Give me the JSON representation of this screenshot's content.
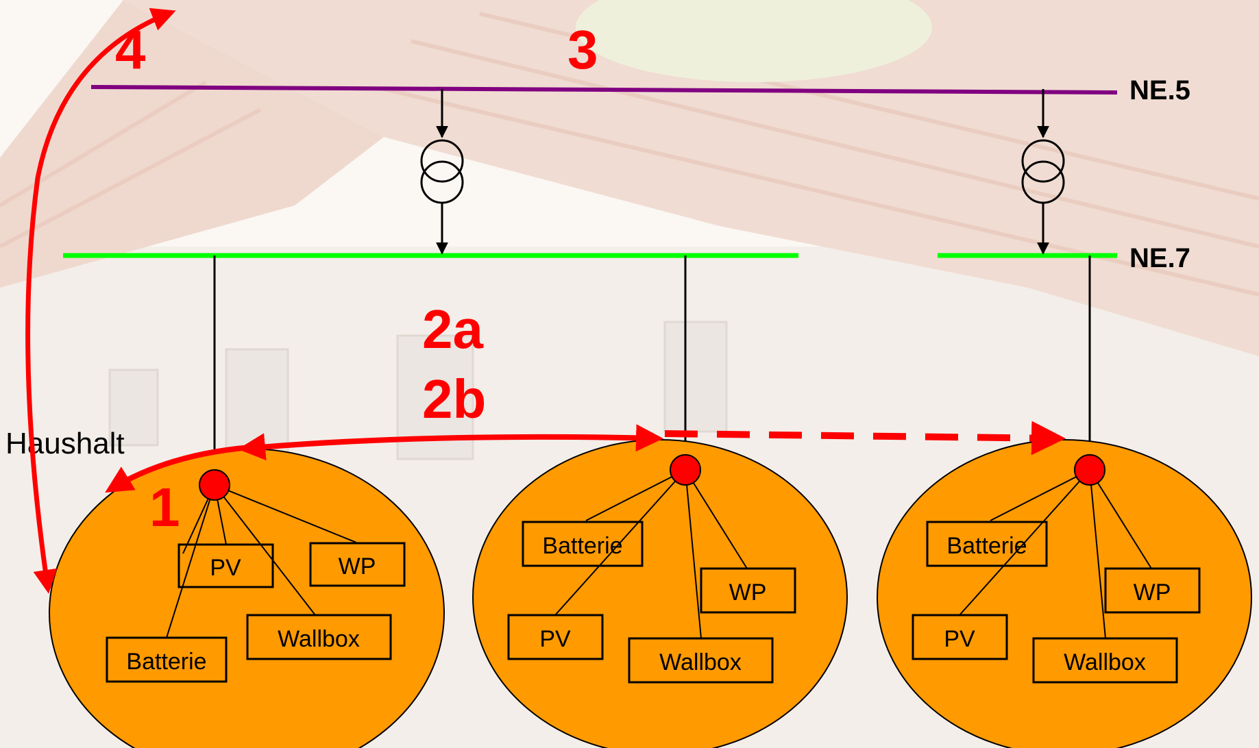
{
  "labels": {
    "ne5": "NE.5",
    "ne7": "NE.7",
    "haushalt": "Haushalt",
    "marker_1": "1",
    "marker_2a": "2a",
    "marker_2b": "2b",
    "marker_3": "3",
    "marker_4": "4"
  },
  "households": [
    {
      "devices": {
        "pv": "PV",
        "wp": "WP",
        "wallbox": "Wallbox",
        "batterie": "Batterie"
      }
    },
    {
      "devices": {
        "batterie": "Batterie",
        "wp": "WP",
        "pv": "PV",
        "wallbox": "Wallbox"
      }
    },
    {
      "devices": {
        "batterie": "Batterie",
        "wp": "WP",
        "pv": "PV",
        "wallbox": "Wallbox"
      }
    }
  ],
  "colors": {
    "ne5_line": "#800080",
    "ne7_line": "#00ff00",
    "household_fill": "#ff9a00",
    "node_fill": "#ff0000",
    "arrow": "#ff0000"
  }
}
